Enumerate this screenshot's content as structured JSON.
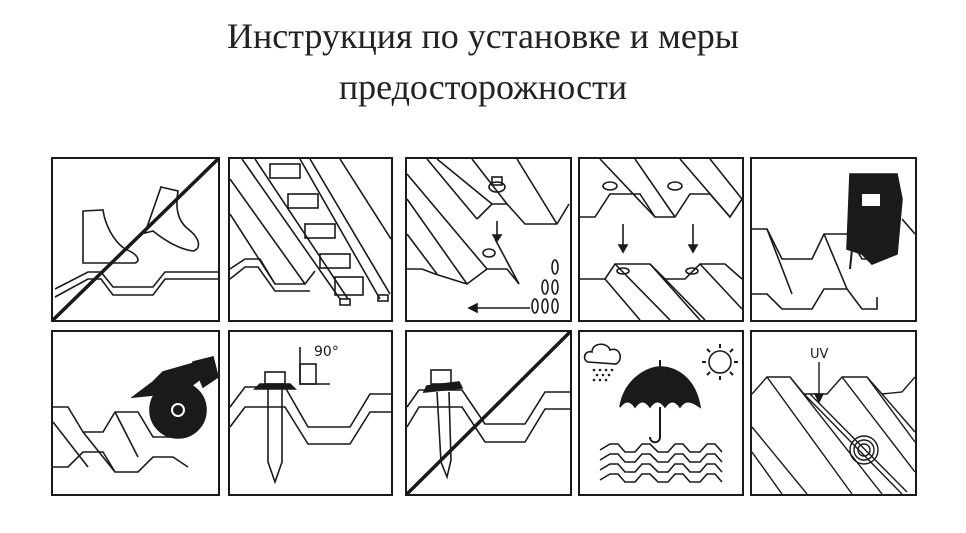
{
  "page": {
    "title_line1": "Инструкция по установке и меры",
    "title_line2": "предосторожности"
  },
  "colors": {
    "ink": "#1a1a1a",
    "background": "#ffffff",
    "title": "#222222"
  },
  "panels": [
    {
      "row": 1,
      "col": 1,
      "icon": "no-walking-on-sheet-icon",
      "prohibited": true
    },
    {
      "row": 1,
      "col": 2,
      "icon": "use-ladder-on-roof-icon",
      "prohibited": false
    },
    {
      "row": 1,
      "col": 3,
      "icon": "overlap-direction-against-rain-icon",
      "prohibited": false
    },
    {
      "row": 1,
      "col": 4,
      "icon": "fasten-on-crest-icon",
      "prohibited": false
    },
    {
      "row": 1,
      "col": 5,
      "icon": "jigsaw-cutting-icon",
      "prohibited": false
    },
    {
      "row": 2,
      "col": 1,
      "icon": "circular-saw-cutting-icon",
      "prohibited": false
    },
    {
      "row": 2,
      "col": 2,
      "icon": "screw-at-90-degrees-icon",
      "prohibited": false,
      "label": "90°"
    },
    {
      "row": 2,
      "col": 3,
      "icon": "no-angled-screw-icon",
      "prohibited": true
    },
    {
      "row": 2,
      "col": 4,
      "icon": "weather-resistant-icon",
      "prohibited": false
    },
    {
      "row": 2,
      "col": 5,
      "icon": "uv-protected-side-up-icon",
      "prohibited": false,
      "label": "UV"
    }
  ]
}
